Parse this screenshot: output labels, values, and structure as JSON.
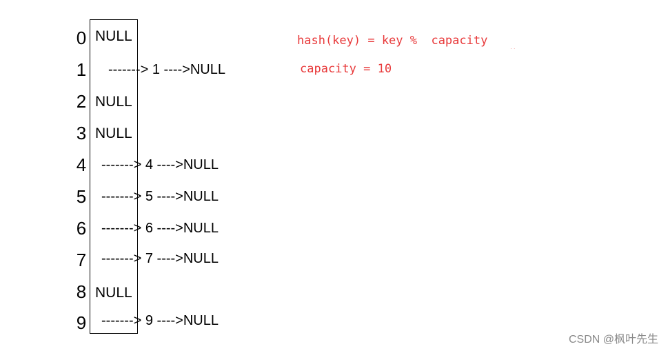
{
  "buckets": [
    {
      "index": "0",
      "entry": "NULL"
    },
    {
      "index": "1",
      "entry": "-------> 1 ---->NULL"
    },
    {
      "index": "2",
      "entry": "NULL"
    },
    {
      "index": "3",
      "entry": "NULL"
    },
    {
      "index": "4",
      "entry": "-------> 4 ---->NULL"
    },
    {
      "index": "5",
      "entry": "-------> 5 ---->NULL"
    },
    {
      "index": "6",
      "entry": "-------> 6 ---->NULL"
    },
    {
      "index": "7",
      "entry": "-------> 7 ---->NULL"
    },
    {
      "index": "8",
      "entry": "NULL"
    },
    {
      "index": "9",
      "entry": "-------> 9 ---->NULL"
    }
  ],
  "formulas": {
    "hash": "hash(key) = key %  capacity",
    "capacity": "capacity = 10"
  },
  "watermark": "CSDN @枫叶先生",
  "colors": {
    "formula": "#e8393a",
    "watermark": "#8a8a8a",
    "lines": "#000000"
  }
}
